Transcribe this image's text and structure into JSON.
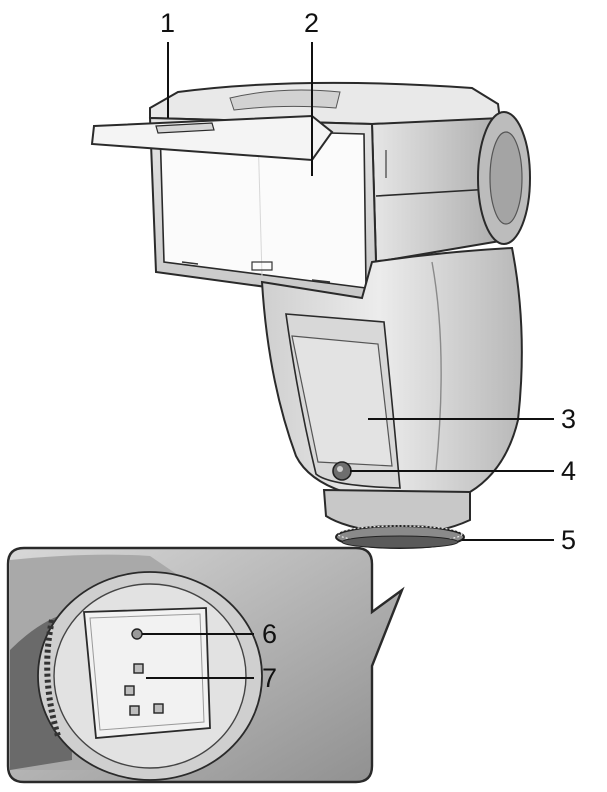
{
  "callouts": [
    {
      "id": "1",
      "label": "1"
    },
    {
      "id": "2",
      "label": "2"
    },
    {
      "id": "3",
      "label": "3"
    },
    {
      "id": "4",
      "label": "4"
    },
    {
      "id": "5",
      "label": "5"
    },
    {
      "id": "6",
      "label": "6"
    },
    {
      "id": "7",
      "label": "7"
    }
  ],
  "colors": {
    "outline": "#2a2a2a",
    "body_light": "#ececec",
    "body_mid": "#d4d4d4",
    "body_dark": "#9a9a9a",
    "panel_white": "#fafafa",
    "background": "#ffffff"
  }
}
